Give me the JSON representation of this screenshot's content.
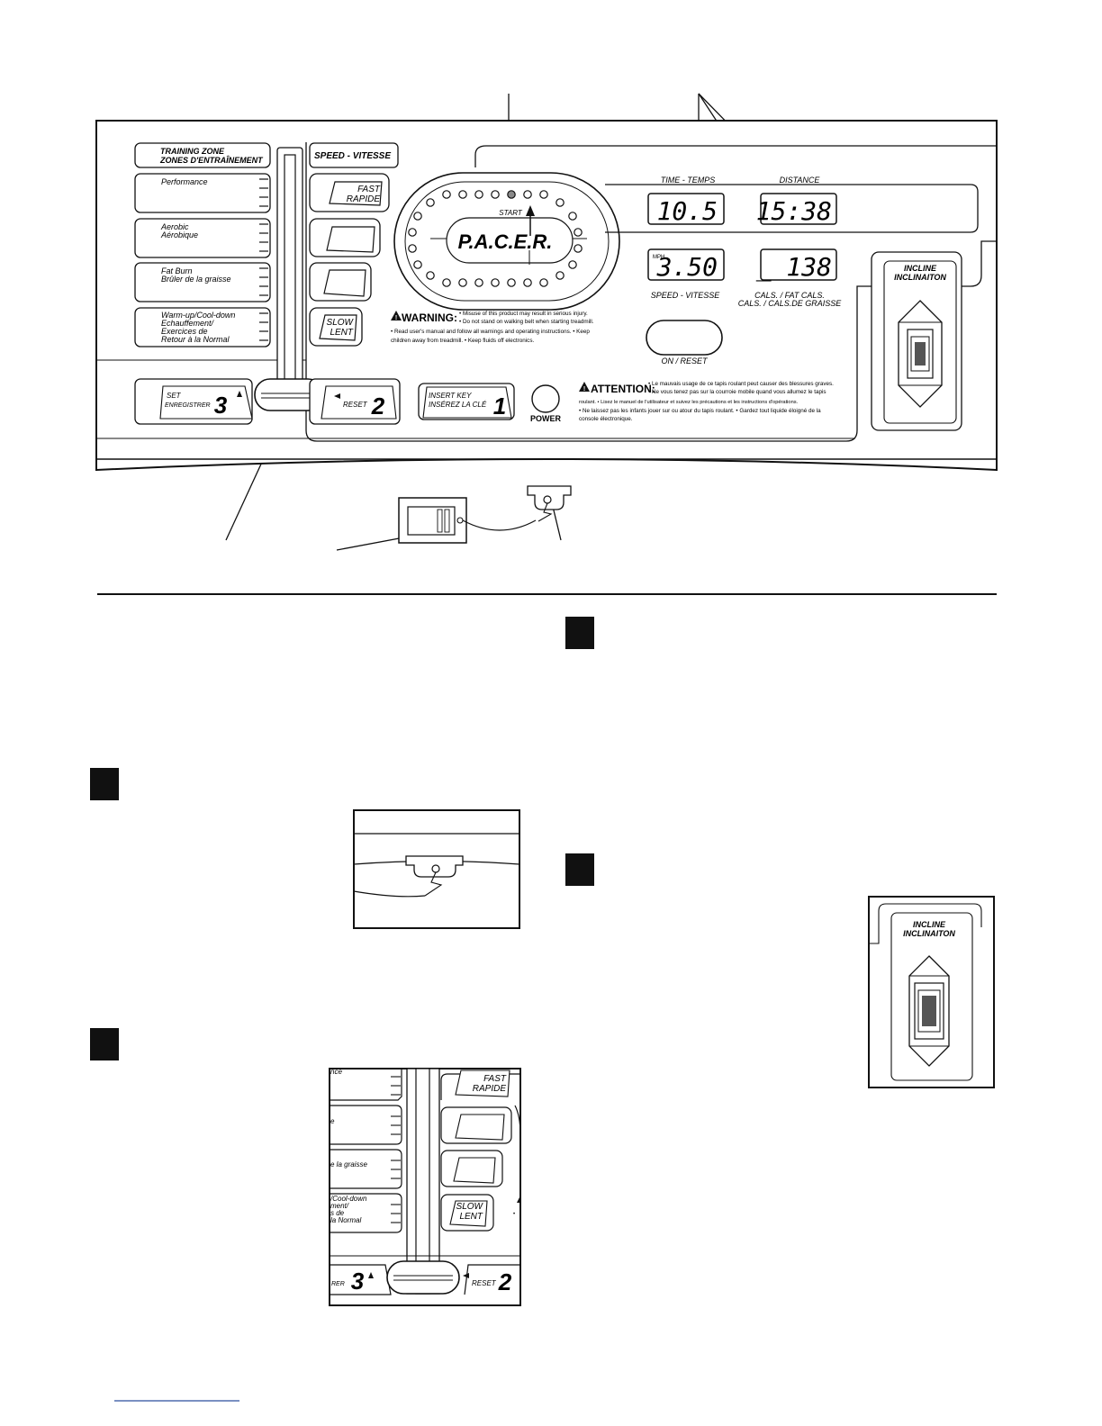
{
  "console": {
    "training_zone": {
      "title_en": "TRAINING ZONE",
      "title_fr": "ZONES D'ENTRAÎNEMENT",
      "zones": [
        {
          "line1": "Performance",
          "line2": "",
          "line3": "",
          "line4": ""
        },
        {
          "line1": "Aerobic",
          "line2": "Aérobique",
          "line3": "",
          "line4": ""
        },
        {
          "line1": "Fat Burn",
          "line2": "Brûler de la graisse",
          "line3": "",
          "line4": ""
        },
        {
          "line1": "Warm-up/Cool-down",
          "line2": "Echauffement/",
          "line3": "Exercices de",
          "line4": "Retour à la Normal"
        }
      ]
    },
    "speed": {
      "title": "SPEED - VITESSE",
      "fast_en": "FAST",
      "fast_fr": "RAPIDE",
      "slow_en": "SLOW",
      "slow_fr": "LENT"
    },
    "pacer": {
      "logo": "P.A.C.E.R.",
      "start": "START"
    },
    "displays": {
      "time_label": "TIME - TEMPS",
      "time_value": "10.5",
      "distance_label": "DISTANCE",
      "distance_value": "15:38",
      "speed_unit": "MPH",
      "speed_value": "3.50",
      "cals_value": "_ 138",
      "speed_label": "SPEED - VITESSE",
      "cals_label1": "CALS. / FAT CALS.",
      "cals_label2": "CALS. / CALS.DE GRAISSE"
    },
    "warning": {
      "title": "WARNING:",
      "line1": "• Misuse of this product may result in serious injury.",
      "line2": "• Do not stand on walking belt when starting treadmill.",
      "line3": "• Read user's manual and follow all warnings and operating instructions. • Keep",
      "line4": "children away from treadmill. • Keep fluids off electronics."
    },
    "on_reset": "ON / RESET",
    "incline": {
      "line1": "INCLINE",
      "line2": "INCLINAITON"
    },
    "buttons": {
      "set_en": "SET",
      "set_fr": "ENREGISTRER",
      "set_num": "3",
      "reset_label": "RESET",
      "reset_num": "2",
      "key_en": "INSERT KEY",
      "key_fr": "INSÉREZ LA CLÉ",
      "key_num": "1",
      "power": "POWER"
    },
    "attention": {
      "title": "ATTENTION:",
      "line1": "• Le mauvais usage de ce tapis roulant peut causer des blessures graves.",
      "line2": "• Ne vous tenez pas sur la courroie mobile quand vous allumez le tapis",
      "line3": "roulant. • Lisez le manuel de l'utilisateur et suivez les précautions et les instructions d'opérations.",
      "line4": "• Ne laissez pas les infants jouer sur ou atour du tapis roulant. • Gardez tout liquide éloigné de la",
      "line5": "console électronique."
    }
  },
  "inset_speed": {
    "frag_performance": "nce",
    "frag_aerobic": "e",
    "frag_fatburn": "e la graisse",
    "frag_warmup1": "/Cool-down",
    "frag_warmup2": "ment/",
    "frag_warmup3": "s de",
    "frag_warmup4": "la Normal",
    "fast_en": "FAST",
    "fast_fr": "RAPIDE",
    "slow_en": "SLOW",
    "slow_fr": "LENT",
    "set_frag": "RER",
    "set_num": "3",
    "reset_label": "RESET",
    "reset_num": "2"
  },
  "inset_incline": {
    "line1": "INCLINE",
    "line2": "INCLINAITON"
  },
  "colors": {
    "ink": "#111111",
    "lamp": "#8a8a8a"
  }
}
